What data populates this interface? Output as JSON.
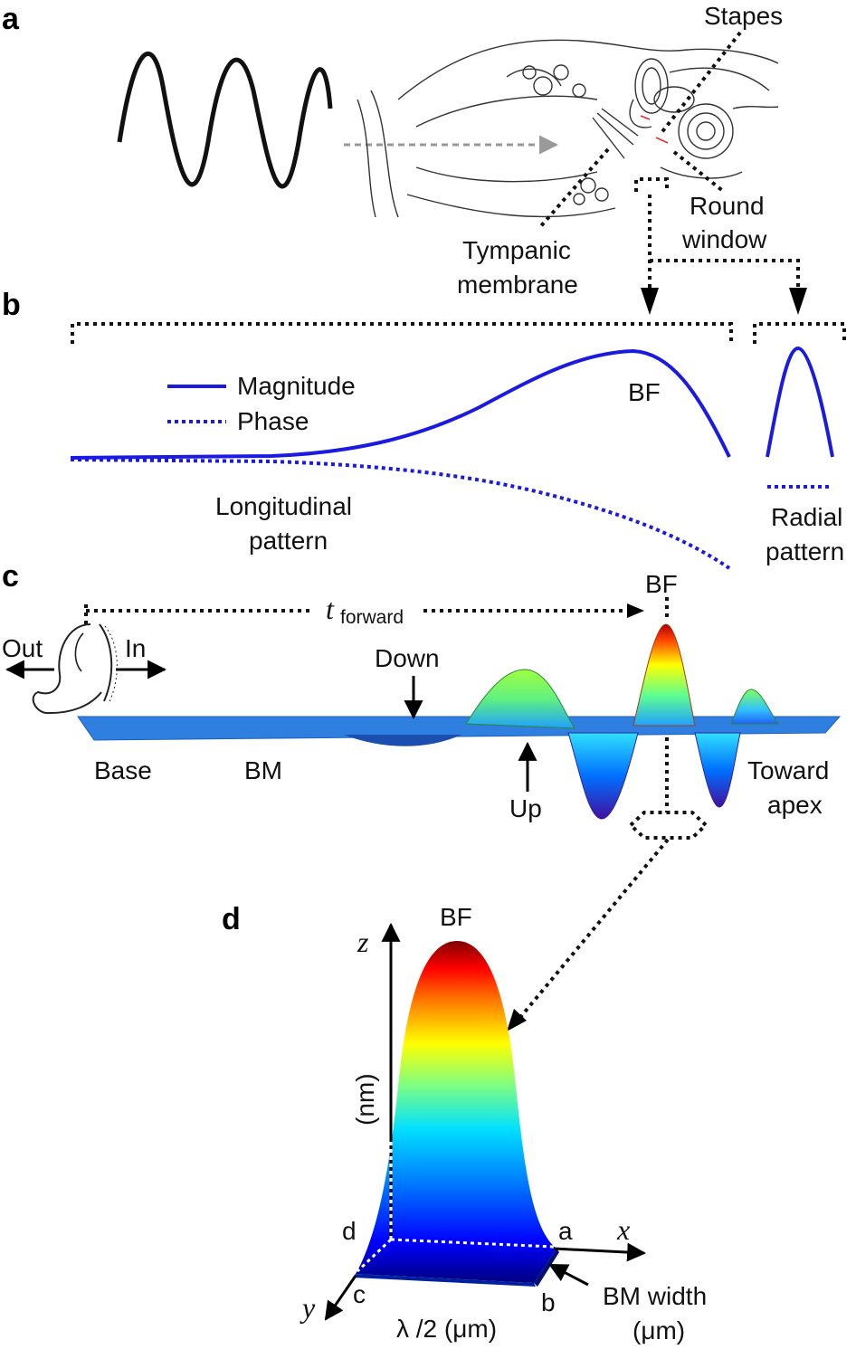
{
  "panels": {
    "a": "a",
    "b": "b",
    "c": "c",
    "d": "d"
  },
  "colors": {
    "curve_blue": "#1a1ae0",
    "jet": [
      "#00007f",
      "#0000ff",
      "#0080ff",
      "#00ffff",
      "#80ff80",
      "#ffff00",
      "#ff8000",
      "#ff0000",
      "#7f0000"
    ]
  },
  "panel_a": {
    "stapes": "Stapes",
    "round": "Round",
    "window": "window",
    "tympanic": "Tympanic",
    "membrane": "membrane"
  },
  "panel_b": {
    "legend_magnitude": "Magnitude",
    "legend_phase": "Phase",
    "bf": "BF",
    "longitudinal": "Longitudinal",
    "pattern": "pattern",
    "radial": "Radial",
    "radial_pattern": "pattern"
  },
  "panel_c": {
    "bf": "BF",
    "t_main": "t",
    "t_sub": "forward",
    "out": "Out",
    "in": "In",
    "down": "Down",
    "up": "Up",
    "base": "Base",
    "bm": "BM",
    "toward": "Toward",
    "apex": "apex"
  },
  "panel_d": {
    "bf": "BF",
    "z": "z",
    "unit": "(nm)",
    "x": "x",
    "y": "y",
    "corner_a": "a",
    "corner_b": "b",
    "corner_c": "c",
    "corner_d": "d",
    "lambda_label": "λ /2 (μm)",
    "bm_width": "BM width",
    "um": "(μm)"
  }
}
